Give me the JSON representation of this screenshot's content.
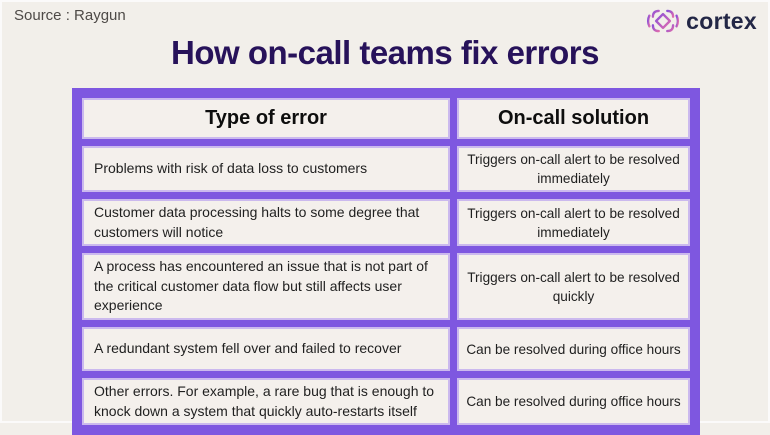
{
  "page": {
    "source_label": "Source : Raygun",
    "title": "How on-call teams fix errors",
    "background_color": "#F2EFEA",
    "title_color": "#27125A"
  },
  "brand": {
    "name": "cortex",
    "icon": "cortex-burst-icon",
    "icon_gradient_start": "#8B50D8",
    "icon_gradient_end": "#DE6CAE",
    "wordmark_color": "#232746"
  },
  "colors": {
    "table_frame_purple": "#7E57E0",
    "cell_outline_lavender": "#CBB9EE",
    "cell_background": "#F4F0EC",
    "body_text": "#1F1F1F"
  },
  "chart_data": {
    "type": "table",
    "title": "How on-call teams fix errors",
    "source": "Raygun",
    "columns": [
      "Type of error",
      "On-call solution"
    ],
    "rows": [
      [
        "Problems with risk of data loss to customers",
        "Triggers on-call alert to be resolved immediately"
      ],
      [
        "Customer data processing halts to some degree that customers will notice",
        "Triggers on-call alert to be resolved immediately"
      ],
      [
        "A process has encountered an issue that is not part of the critical customer data flow but still affects user experience",
        "Triggers on-call alert to be resolved quickly"
      ],
      [
        "A redundant system fell over and failed to recover",
        "Can be resolved during office hours"
      ],
      [
        "Other errors. For example, a rare bug that is enough to knock down a system that quickly auto-restarts itself",
        "Can be resolved during office hours"
      ]
    ]
  }
}
